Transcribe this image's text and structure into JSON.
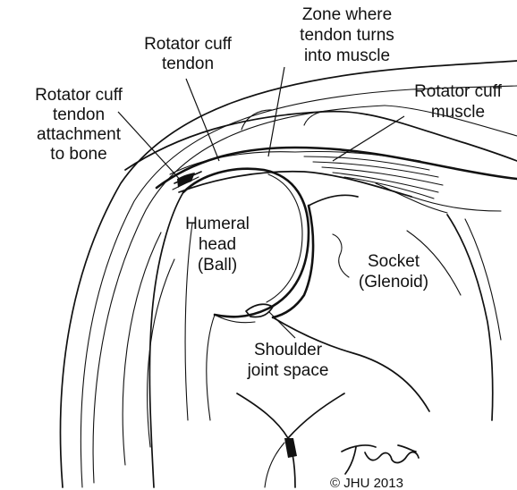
{
  "labels": {
    "attachment": [
      "Rotator cuff",
      "tendon",
      "attachment",
      "to bone"
    ],
    "tendon": [
      "Rotator cuff",
      "tendon"
    ],
    "zone": [
      "Zone where",
      "tendon turns",
      "into muscle"
    ],
    "muscle": [
      "Rotator cuff",
      "muscle"
    ],
    "humeral_head": [
      "Humeral",
      "head",
      "(Ball)"
    ],
    "socket": [
      "Socket",
      "(Glenoid)"
    ],
    "joint_space": [
      "Shoulder",
      "joint space"
    ]
  },
  "credit": {
    "signature": "T Phelps",
    "copyright": "© JHU 2013"
  },
  "colors": {
    "ink": "#111111",
    "background": "#ffffff"
  }
}
